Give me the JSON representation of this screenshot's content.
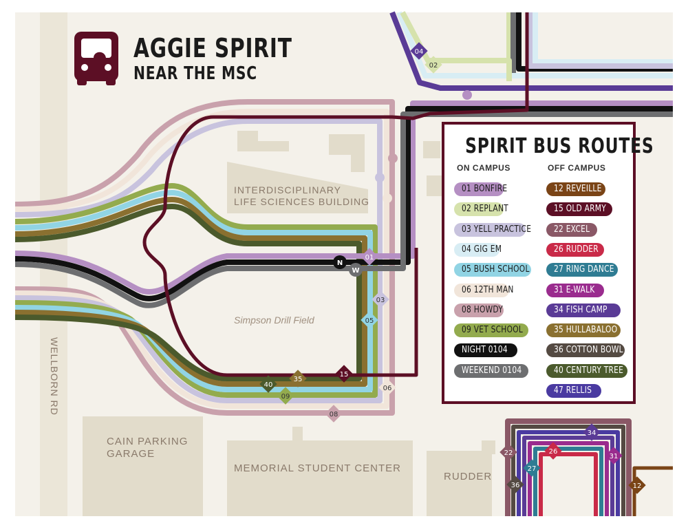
{
  "header": {
    "title": "AGGIE SPIRIT",
    "subtitle": "NEAR THE MSC",
    "icon": "bus-icon"
  },
  "legend": {
    "title": "SPIRIT BUS ROUTES",
    "on_campus_heading": "ON CAMPUS",
    "off_campus_heading": "OFF CAMPUS",
    "on_campus": [
      {
        "label": "01  BONFIRE",
        "color": "#b58fc3"
      },
      {
        "label": "02  REPLANT",
        "color": "#d6e2ac"
      },
      {
        "label": "03  YELL PRACTICE",
        "color": "#c8c3de"
      },
      {
        "label": "04  GIG EM",
        "color": "#d8edf4"
      },
      {
        "label": "05  BUSH SCHOOL",
        "color": "#91d4e4"
      },
      {
        "label": "06  12TH MAN",
        "color": "#f1e5da"
      },
      {
        "label": "08  HOWDY",
        "color": "#c9a1ac"
      },
      {
        "label": "09  VET SCHOOL",
        "color": "#93ab4e"
      },
      {
        "label": "NIGHT 0104",
        "color": "#111111"
      },
      {
        "label": "WEEKEND 0104",
        "color": "#6d6e70"
      }
    ],
    "off_campus": [
      {
        "label": "12  REVEILLE",
        "color": "#7a4416"
      },
      {
        "label": "15  OLD ARMY",
        "color": "#5c0f25"
      },
      {
        "label": "22  EXCEL",
        "color": "#8a5866"
      },
      {
        "label": "26  RUDDER",
        "color": "#c92a48"
      },
      {
        "label": "27  RING DANCE",
        "color": "#2f7c93"
      },
      {
        "label": "31  E-WALK",
        "color": "#9a2c8e"
      },
      {
        "label": "34  FISH CAMP",
        "color": "#5a3b96"
      },
      {
        "label": "35  HULLABALOO",
        "color": "#8a7030"
      },
      {
        "label": "36  COTTON BOWL",
        "color": "#544a42"
      },
      {
        "label": "40  CENTURY TREE",
        "color": "#4b5a2c"
      },
      {
        "label": "47  RELLIS",
        "color": "#4a3aa1"
      }
    ]
  },
  "map_labels": {
    "ilsb_line1": "INTERDISCIPLINARY",
    "ilsb_line2": "LIFE SCIENCES BUILDING",
    "drill_field": "Simpson Drill Field",
    "wellborn": "WELLBORN RD",
    "cain_line1": "CAIN PARKING",
    "cain_line2": "GARAGE",
    "msc": "MEMORIAL STUDENT CENTER",
    "rudder": "RUDDER"
  },
  "stops": {
    "s01": "01",
    "s02": "02",
    "s03": "03",
    "s04": "04",
    "s05": "05",
    "s06": "06",
    "s08": "08",
    "s09": "09",
    "s12": "12",
    "s15": "15",
    "s22": "22",
    "s26": "26",
    "s27": "27",
    "s31": "31",
    "s34": "34",
    "s35": "35",
    "s36": "36",
    "s40": "40",
    "sN": "N",
    "sW": "W"
  },
  "colors": {
    "background": "#f4f1ea",
    "building": "#e2dccb",
    "road": "#ebe6d8",
    "maroon": "#5c0f25"
  }
}
